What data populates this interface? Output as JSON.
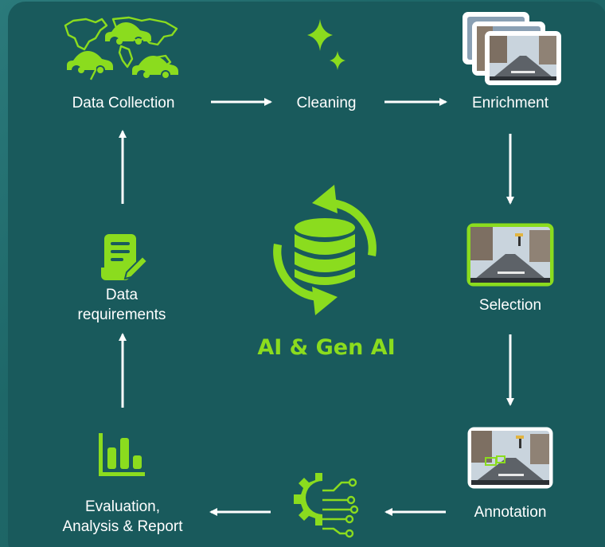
{
  "center": {
    "title": "AI & Gen AI",
    "icon": "database-cycle-icon"
  },
  "steps": {
    "collection": {
      "label": "Data Collection",
      "icon": "world-cars-map-icon"
    },
    "cleaning": {
      "label": "Cleaning",
      "icon": "sparkles-icon"
    },
    "enrichment": {
      "label": "Enrichment",
      "icon": "stacked-road-photos-icon"
    },
    "selection": {
      "label": "Selection",
      "icon": "road-photo-icon"
    },
    "annotation": {
      "label": "Annotation",
      "icon": "annotated-road-photo-icon"
    },
    "evaluation": {
      "label_line1": "Evaluation,",
      "label_line2": "Analysis & Report",
      "icon": "bar-chart-icon"
    },
    "requirements": {
      "label_line1": "Data",
      "label_line2": "requirements",
      "icon": "document-edit-icon"
    },
    "processing": {
      "icon": "gear-circuit-icon"
    }
  },
  "colors": {
    "accent": "#8bdc1e",
    "panel": "#195a5c",
    "text": "#ffffff"
  }
}
